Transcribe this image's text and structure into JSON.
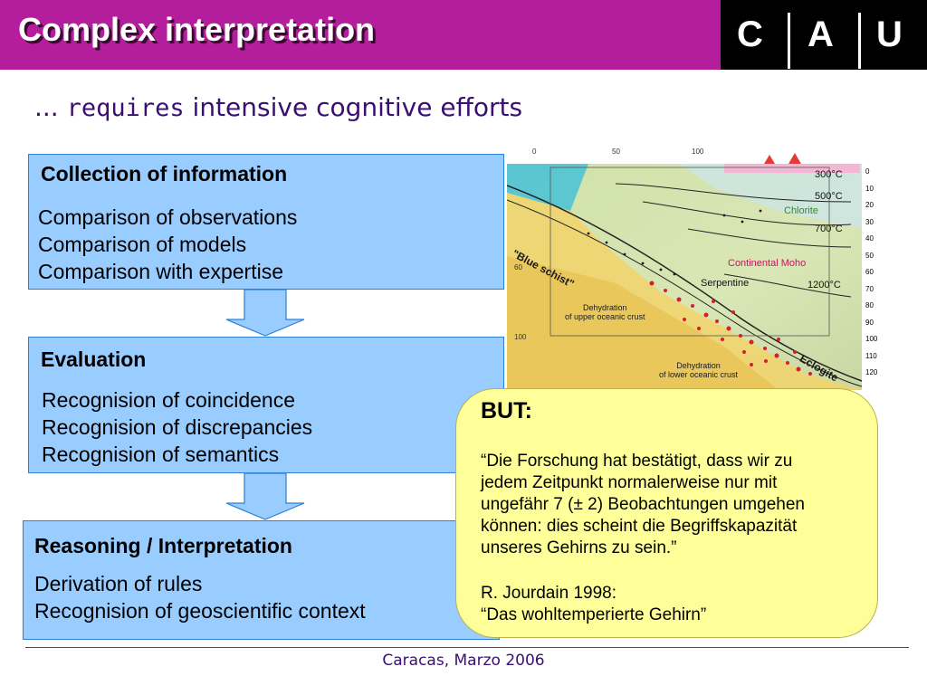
{
  "header": {
    "title": "Complex interpretation"
  },
  "logo": {
    "letters": [
      "C",
      "A",
      "U"
    ]
  },
  "subtitle": {
    "prefix": "... ",
    "emphasis": "requires",
    "rest": " intensive cognitive efforts"
  },
  "boxes": [
    {
      "heading": "Collection of information",
      "lines": [
        "Comparison of observations",
        "Comparison of models",
        "Comparison with expertise"
      ]
    },
    {
      "heading": "Evaluation",
      "lines": [
        "Recognision of coincidence",
        "Recognision of discrepancies",
        "Recognision of semantics"
      ]
    },
    {
      "heading": "Reasoning / Interpretation",
      "lines": [
        "Derivation of rules",
        "Recognision of geoscientific context"
      ]
    }
  ],
  "figure": {
    "top_ticks": [
      "0",
      "50",
      "100"
    ],
    "depth_ticks": [
      "0",
      "10",
      "20",
      "30",
      "40",
      "50",
      "60",
      "70",
      "80",
      "90",
      "100",
      "110",
      "120"
    ],
    "left_ticks": [
      "60",
      "100"
    ],
    "isotherms": [
      "300°C",
      "500°C",
      "700°C",
      "1200°C"
    ],
    "labels": {
      "chlorite": "Chlorite",
      "continental_moho": "Continental Moho",
      "serpentine": "Serpentine",
      "blue_schist": "\"Blue schist\"",
      "eclogite": "Eclogite",
      "dehydration_upper": [
        "Dehydration",
        "of upper oceanic crust"
      ],
      "dehydration_lower": [
        "Dehydration",
        "of lower oceanic crust"
      ]
    },
    "colors": {
      "ocean": "#4fc3d4",
      "mantle": "#cfe2a8",
      "lithosphere": "#f2d36b",
      "quakes": "#d61f2b"
    }
  },
  "callout": {
    "heading": "BUT:",
    "quote_lines": [
      "“Die Forschung hat bestätigt, dass wir zu",
      "jedem Zeitpunkt normalerweise nur mit",
      "ungefähr 7 (± 2) Beobachtungen umgehen",
      "können: dies scheint die Begriffskapazität",
      "unseres Gehirns zu sein.”"
    ],
    "ref_lines": [
      "R.  Jourdain 1998:",
      "“Das wohltemperierte Gehirn”"
    ]
  },
  "footer": {
    "text": "Caracas, Marzo 2006"
  },
  "colors": {
    "header_bg": "#b41e9c",
    "box_bg": "#99ccff",
    "box_border": "#2e7fd6",
    "callout_bg": "#ffff99",
    "subtitle_text": "#3a0e72"
  }
}
